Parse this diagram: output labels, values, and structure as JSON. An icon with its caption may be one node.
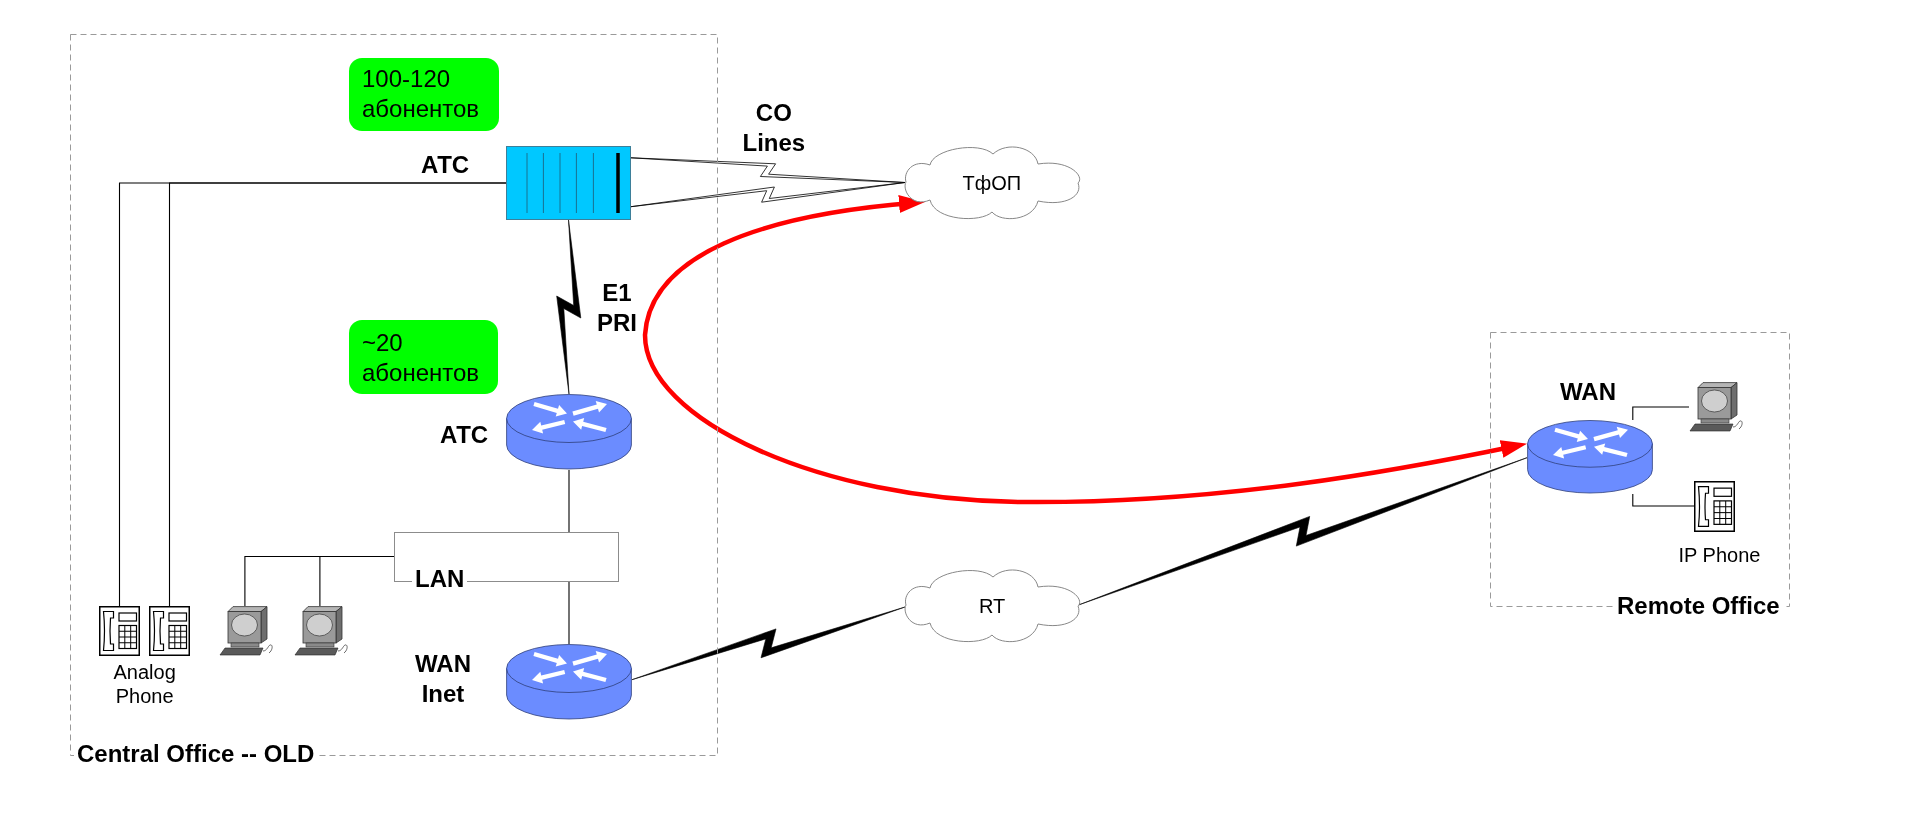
{
  "diagram": {
    "nodes": [
      {
        "text": [
          "Central Office -- OLD"
        ]
      },
      {
        "text": [
          "100-120 абонентов"
        ],
        "in": 0
      },
      {
        "text": [],
        "shape": "picture",
        "beside": [
          "АТС"
        ],
        "in": 0
      },
      {
        "text": [
          "~20 абонентов"
        ],
        "in": 0
      },
      {
        "text": [],
        "shape": "picture",
        "beside": [
          "АТС"
        ],
        "in": 0
      },
      {
        "text": [
          "LAN"
        ],
        "in": 0
      },
      {
        "text": [],
        "shape": "picture",
        "in": 0
      },
      {
        "text": [],
        "shape": "picture",
        "in": 0
      },
      {
        "text": [],
        "shape": "picture",
        "in": 0
      },
      {
        "text": [],
        "shape": "picture",
        "in": 0
      },
      {
        "text": [],
        "shape": "picture",
        "beside": [
          "WAN Inet"
        ],
        "in": 0
      },
      {
        "text": [
          "ТфОП"
        ]
      },
      {
        "text": [
          "RT"
        ]
      },
      {
        "text": [
          "Remote Office"
        ]
      },
      {
        "text": [],
        "shape": "picture",
        "beside": [
          "WAN"
        ],
        "in": 13
      },
      {
        "text": [],
        "shape": "picture",
        "in": 13
      },
      {
        "text": [],
        "shape": "picture",
        "beside": [
          "IP Phone"
        ],
        "in": 13
      }
    ],
    "edges": [
      {
        "from": 2,
        "to": 6,
        "arrow": "none"
      },
      {
        "from": 2,
        "to": 7,
        "arrow": "none"
      },
      {
        "from": 2,
        "to": 11,
        "arrow": "none",
        "label": "CO Lines"
      },
      {
        "from": 2,
        "to": 11,
        "arrow": "none"
      },
      {
        "from": 2,
        "to": 4,
        "arrow": "none",
        "label": "E1 PRI",
        "style": "thick"
      },
      {
        "from": 4,
        "to": 5,
        "arrow": "none"
      },
      {
        "from": 5,
        "to": 10,
        "arrow": "none"
      },
      {
        "from": 8,
        "to": 5,
        "arrow": "none"
      },
      {
        "from": 9,
        "to": 5,
        "arrow": "none"
      },
      {
        "from": 10,
        "to": 12,
        "arrow": "none",
        "style": "thick"
      },
      {
        "from": 12,
        "to": 14,
        "arrow": "none",
        "style": "thick"
      },
      {
        "from": 11,
        "to": 14,
        "arrow": "both",
        "style": "thick",
        "color": "#ff0000"
      },
      {
        "from": 14,
        "to": 15,
        "arrow": "none"
      },
      {
        "from": 14,
        "to": 16,
        "arrow": "none"
      }
    ],
    "labels": [
      "Analog Phone"
    ]
  }
}
